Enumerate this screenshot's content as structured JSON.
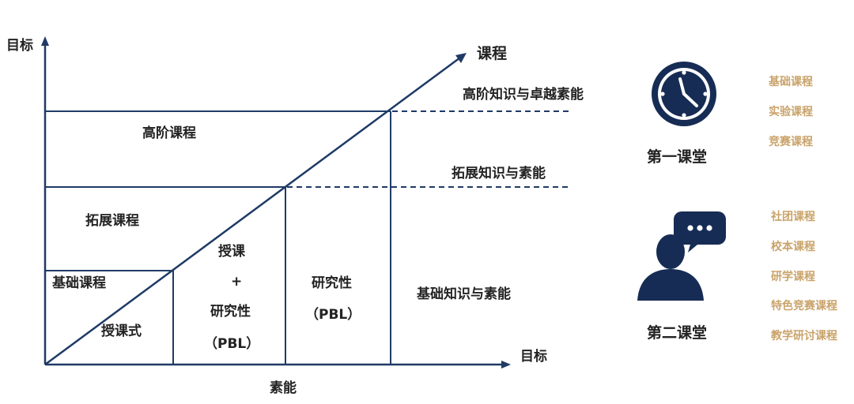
{
  "axes": {
    "y_label": "目标",
    "x_label": "目标",
    "x_sublabel": "素能",
    "diagonal_label": "课程"
  },
  "levels": {
    "top": "高阶课程",
    "middle": "拓展课程",
    "base": "基础课程"
  },
  "right_labels": {
    "top": "高阶知识与卓越素能",
    "middle": "拓展知识与素能",
    "base": "基础知识与素能"
  },
  "methods": {
    "lecture": "授课式",
    "mixed": {
      "line1": "授课",
      "plus": "+",
      "line2": "研究性",
      "line3": "（PBL）"
    },
    "research": {
      "line1": "研究性",
      "line2": "（PBL）"
    }
  },
  "classroom1": {
    "title": "第一课堂",
    "icon": "clock-icon",
    "items": [
      "基础课程",
      "实验课程",
      "竞赛课程"
    ]
  },
  "classroom2": {
    "title": "第二课堂",
    "icon": "speaker-chat-icon",
    "items": [
      "社团课程",
      "校本课程",
      "研学课程",
      "特色竞赛课程",
      "教学研讨课程"
    ]
  },
  "colors": {
    "navy": "#1f3a66",
    "icon_navy": "#162c54",
    "gold": "#c9a36a"
  }
}
